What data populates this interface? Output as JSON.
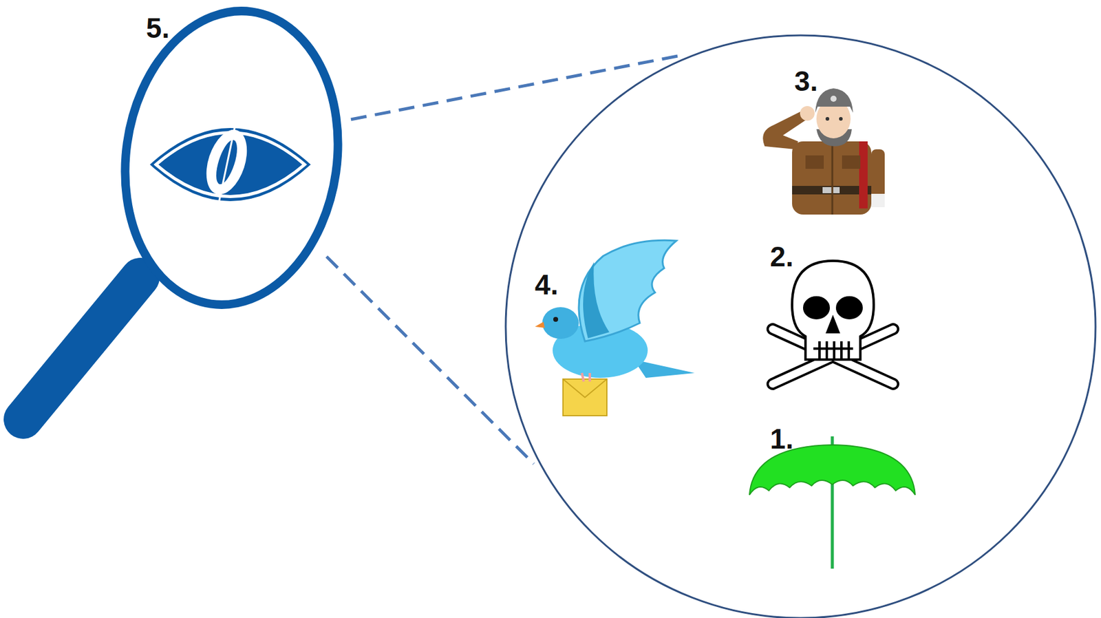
{
  "diagram": {
    "labels": [
      "5.",
      "3.",
      "2.",
      "4.",
      "1."
    ]
  }
}
